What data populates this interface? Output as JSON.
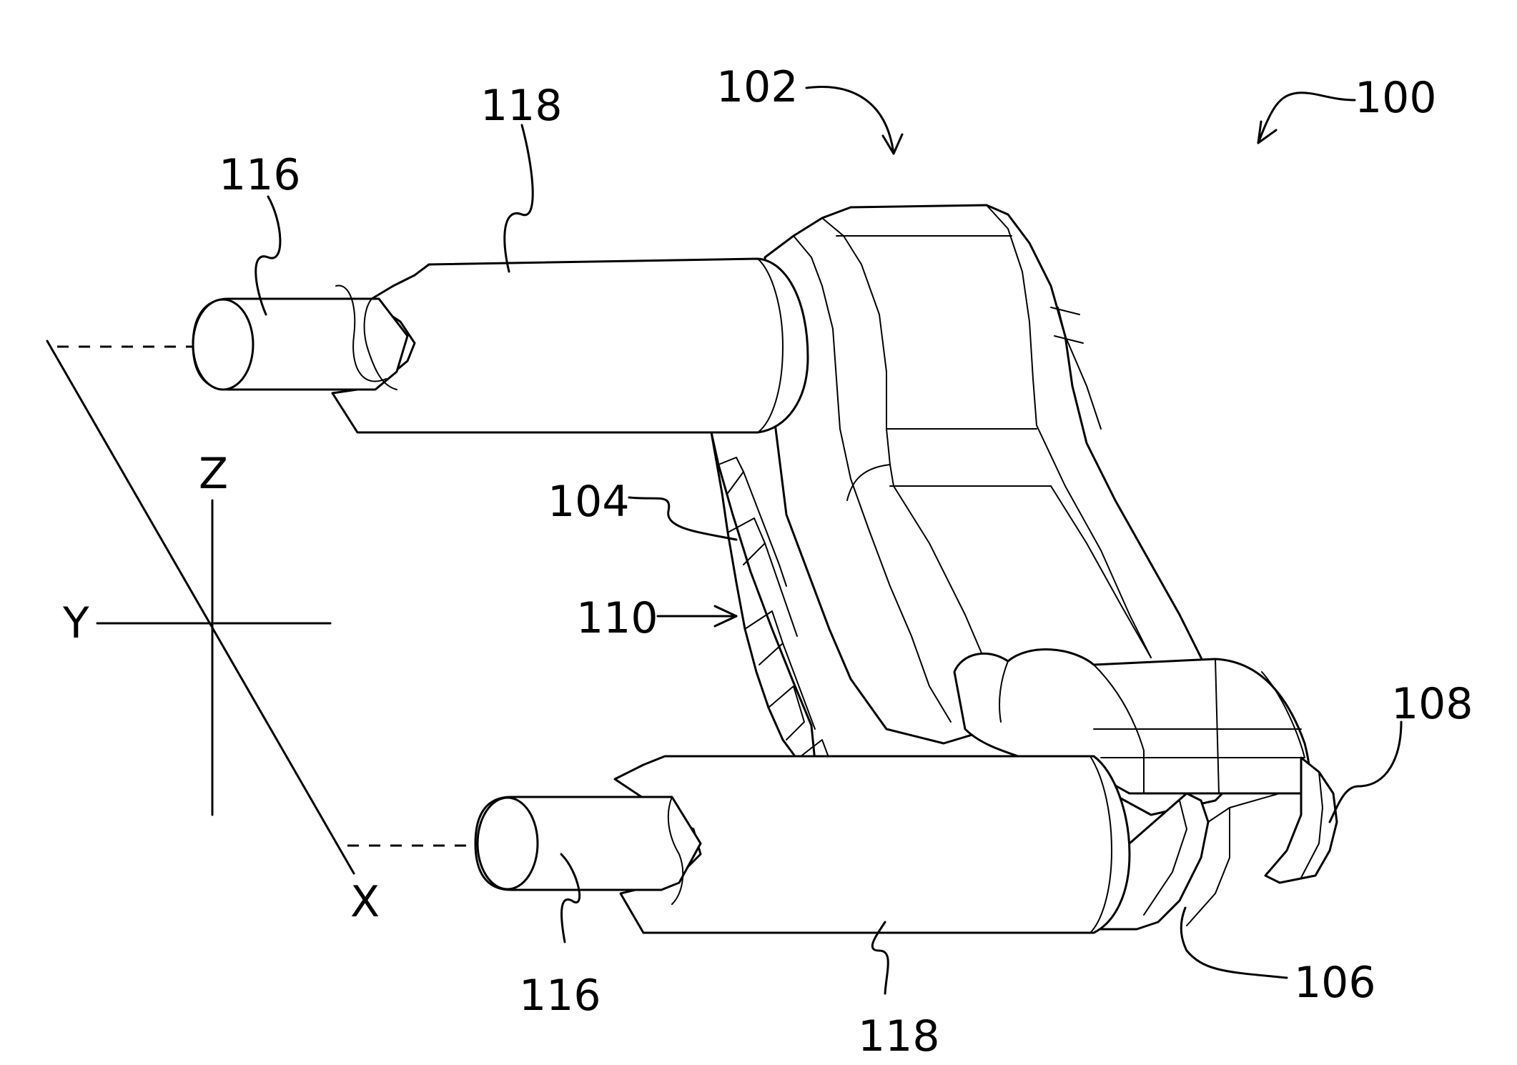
{
  "figure": {
    "reference_numerals": {
      "assembly": "100",
      "device": "102",
      "body_portion": "104",
      "lower_body": "106",
      "end_portion": "108",
      "side": "110",
      "rod_core_upper": "116",
      "rod_core_lower": "116",
      "rod_sleeve_upper": "118",
      "rod_sleeve_lower": "118"
    },
    "axes": {
      "x": "X",
      "y": "Y",
      "z": "Z"
    }
  }
}
